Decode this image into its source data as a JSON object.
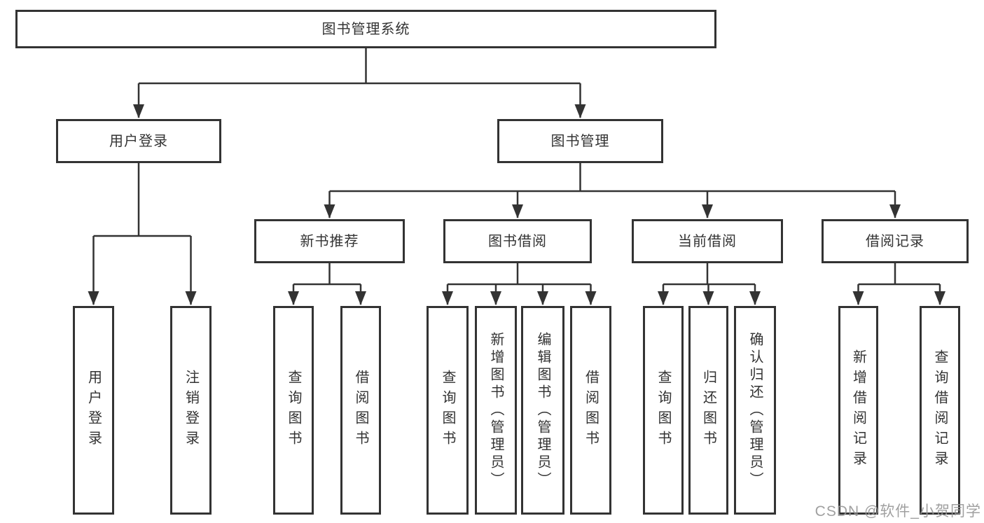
{
  "nodes": {
    "root": "图书管理系统",
    "user_login": "用户登录",
    "book_mgmt": "图书管理",
    "new_book": "新书推荐",
    "book_borrow": "图书借阅",
    "current_borrow": "当前借阅",
    "borrow_records": "借阅记录",
    "ul_login": "用户登录",
    "ul_logout": "注销登录",
    "nb_query": "查询图书",
    "nb_borrow": "借阅图书",
    "bb_query": "查询图书",
    "bb_add": "新增图书（管理员）",
    "bb_edit": "编辑图书（管理员）",
    "bb_borrow": "借阅图书",
    "cb_query": "查询图书",
    "cb_return": "归还图书",
    "cb_confirm": "确认归还（管理员）",
    "rec_add": "新增借阅记录",
    "rec_query": "查询借阅记录"
  },
  "hierarchy": {
    "图书管理系统": {
      "用户登录": [
        "用户登录",
        "注销登录"
      ],
      "图书管理": {
        "新书推荐": [
          "查询图书",
          "借阅图书"
        ],
        "图书借阅": [
          "查询图书",
          "新增图书（管理员）",
          "编辑图书（管理员）",
          "借阅图书"
        ],
        "当前借阅": [
          "查询图书",
          "归还图书",
          "确认归还（管理员）"
        ],
        "借阅记录": [
          "新增借阅记录",
          "查询借阅记录"
        ]
      }
    }
  },
  "watermark": "CSDN @软件_小贺同学",
  "colors": {
    "line": "#333333",
    "text": "#333333",
    "background": "#ffffff",
    "watermark": "#969696"
  }
}
